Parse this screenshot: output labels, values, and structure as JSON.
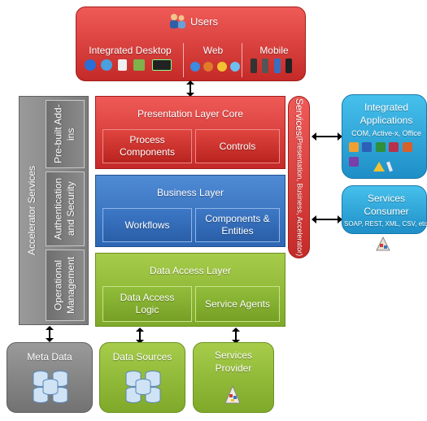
{
  "users": {
    "title": "Users",
    "channels": [
      {
        "label": "Integrated Desktop"
      },
      {
        "label": "Web"
      },
      {
        "label": "Mobile"
      }
    ]
  },
  "accelerator": {
    "title": "Accelerator Services",
    "items": [
      {
        "label": "Pre-built Add-ins"
      },
      {
        "label": "Authentication and Security"
      },
      {
        "label": "Operational Management"
      }
    ]
  },
  "presentation": {
    "title": "Presentation Layer Core",
    "components": [
      {
        "label": "Process Components"
      },
      {
        "label": "Controls"
      }
    ]
  },
  "business": {
    "title": "Business Layer",
    "components": [
      {
        "label": "Workflows"
      },
      {
        "label": "Components & Entities"
      }
    ]
  },
  "data_access": {
    "title": "Data Access Layer",
    "components": [
      {
        "label": "Data Access Logic"
      },
      {
        "label": "Service Agents"
      }
    ]
  },
  "services_bar": {
    "title": "Services",
    "subtitle": "(Presentation, Business, Accelerator)"
  },
  "integrated_apps": {
    "title": "Integrated Applications",
    "subtitle": "COM, Active-x, Office"
  },
  "services_consumer": {
    "title": "Services Consumer",
    "subtitle": "SOAP, REST, XML, CSV, etc"
  },
  "bottom": {
    "meta_data": "Meta Data",
    "data_sources": "Data Sources",
    "services_provider": "Services Provider"
  },
  "colors": {
    "red": "#d33a37",
    "blue": "#3a74c2",
    "green": "#8cb83a",
    "gray": "#888888",
    "cyan": "#2aa8dc"
  }
}
